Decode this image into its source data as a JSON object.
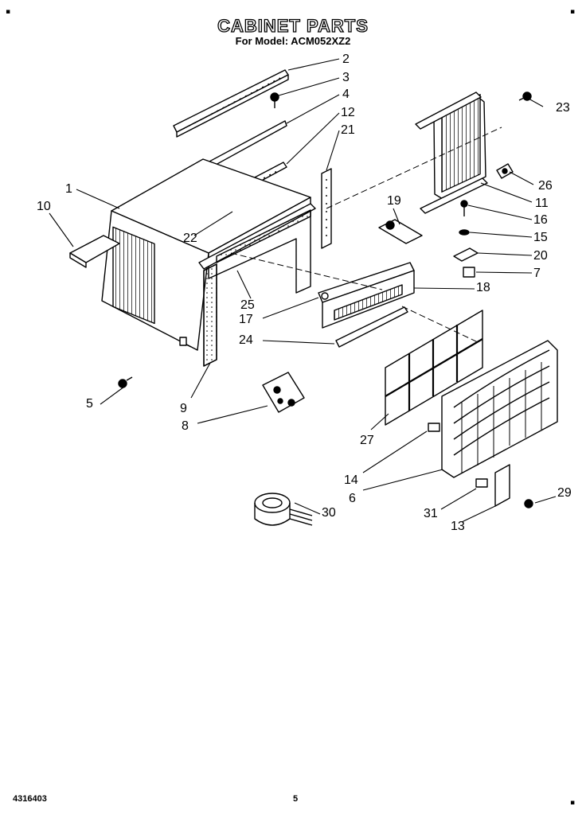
{
  "header": {
    "title": "CABINET PARTS",
    "model_line": "For Model: ACM052XZ2"
  },
  "footer": {
    "part_number": "4316403",
    "page_number": "5"
  },
  "callouts": [
    "1",
    "2",
    "3",
    "4",
    "5",
    "6",
    "7",
    "8",
    "9",
    "10",
    "11",
    "12",
    "13",
    "14",
    "15",
    "16",
    "17",
    "18",
    "19",
    "20",
    "21",
    "22",
    "23",
    "24",
    "25",
    "26",
    "27",
    "29",
    "30",
    "31"
  ]
}
